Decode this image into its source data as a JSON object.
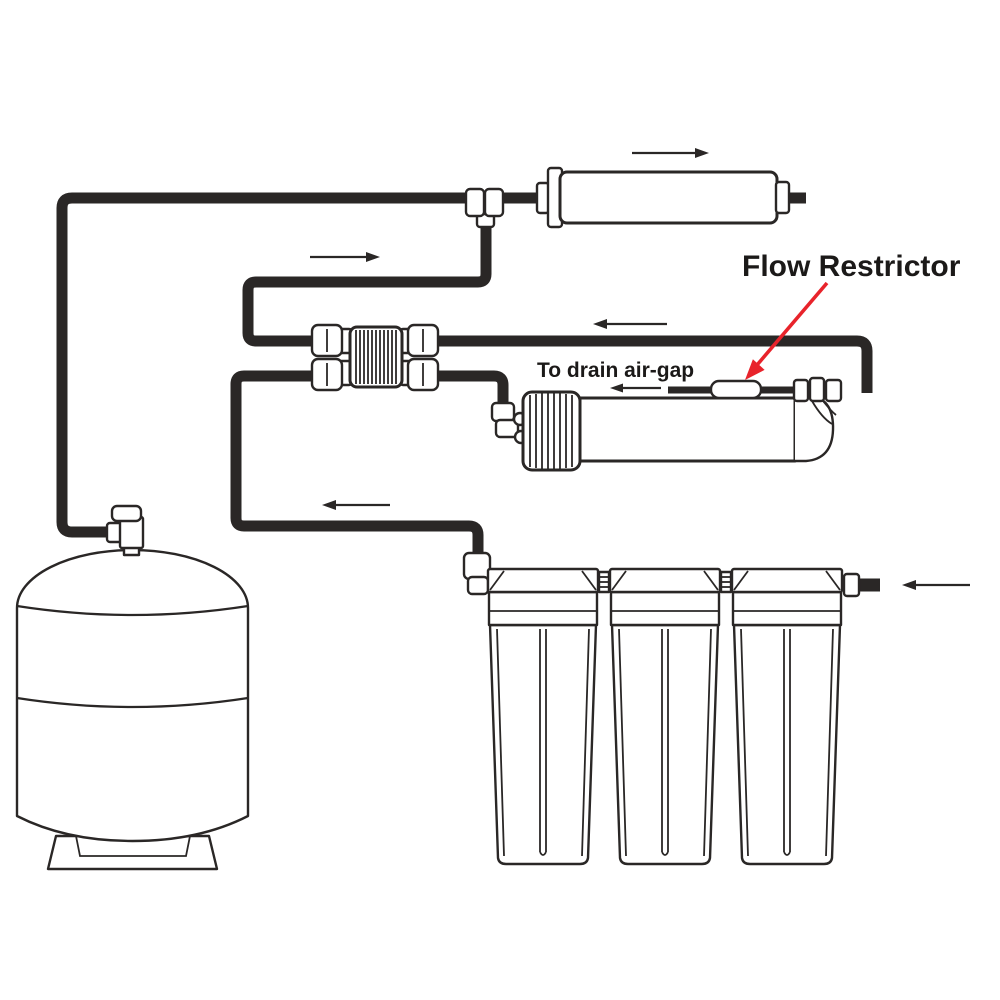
{
  "diagram": {
    "background": "#ffffff",
    "ink_color": "#2a2726",
    "accent_color": "#e8232b",
    "labels": {
      "flow_restrictor": "Flow Restrictor",
      "drain": "To drain air-gap"
    },
    "flow_arrows": [
      {
        "name": "post-filter-flow-arrow",
        "direction": "right"
      },
      {
        "name": "permeate-crossover-flow-arrow",
        "direction": "right"
      },
      {
        "name": "membrane-to-valve-flow-arrow",
        "direction": "left"
      },
      {
        "name": "drain-flow-arrow",
        "direction": "left"
      },
      {
        "name": "feed-line-flow-arrow",
        "direction": "left"
      },
      {
        "name": "feed-inlet-flow-arrow",
        "direction": "left"
      }
    ],
    "components": [
      "storage-tank",
      "tank-valve",
      "tee-fitting",
      "inline-post-filter",
      "auto-shutoff-valve",
      "membrane-housing",
      "flow-restrictor",
      "pre-filter-housing-1",
      "pre-filter-housing-2",
      "pre-filter-housing-3"
    ]
  }
}
